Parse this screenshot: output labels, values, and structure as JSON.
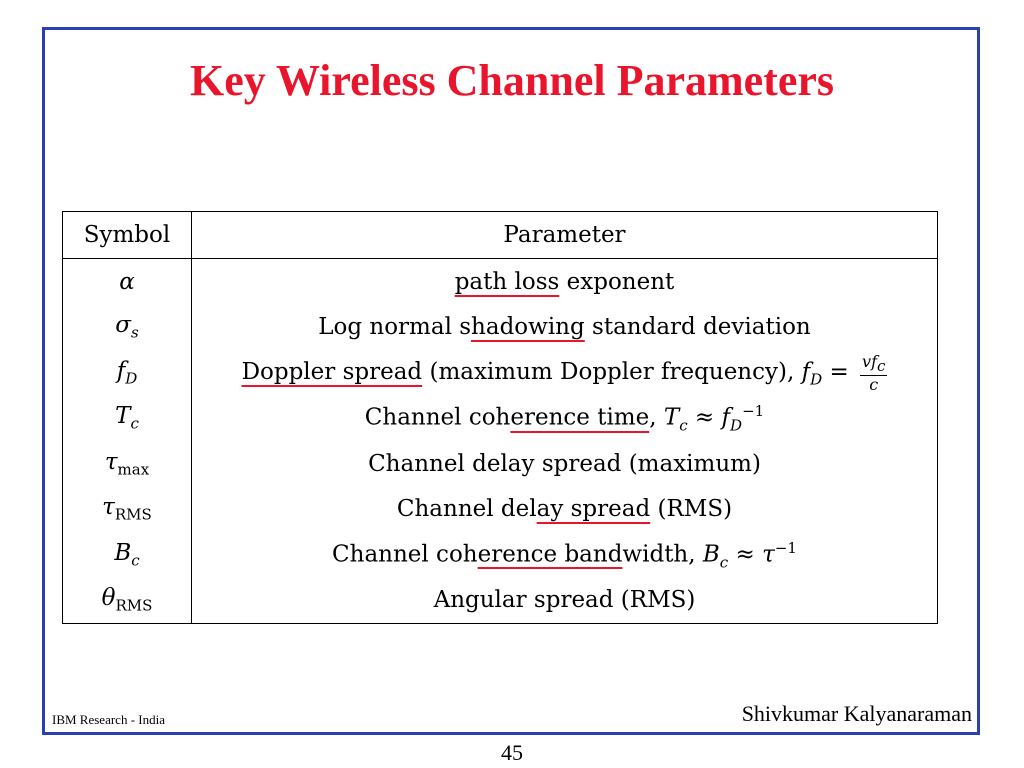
{
  "slide": {
    "title": "Key Wireless Channel Parameters",
    "footer_left": "IBM Research - India",
    "footer_right": "Shivkumar Kalyanaraman",
    "page_number": "45"
  },
  "table": {
    "headers": [
      "Symbol",
      "Parameter"
    ],
    "rows": [
      {
        "symbol": "α",
        "pre": "",
        "underlined": "path loss",
        "post": " exponent",
        "formula": ""
      },
      {
        "symbol": "σ",
        "symbol_sub": "s",
        "pre": "Log normal s",
        "underlined": "hadowing",
        "post": " standard deviation",
        "formula": ""
      },
      {
        "symbol": "f",
        "symbol_sub": "D",
        "pre": "",
        "underlined": "Doppler spread",
        "post": " (maximum Doppler frequency), ",
        "formula_var": "f",
        "formula_sub": "D",
        "formula_eq": " = ",
        "frac_num": "vf",
        "frac_num_sub": "c",
        "frac_den": "c"
      },
      {
        "symbol": "T",
        "symbol_sub": "c",
        "pre": "Channel coh",
        "underlined": "erence time",
        "post": ", ",
        "formula_var": "T",
        "formula_sub": "c",
        "formula_rel": " ≈ ",
        "formula_var2": "f",
        "formula_sub2": "D",
        "formula_sup2": "−1"
      },
      {
        "symbol": "τ",
        "symbol_sub": "max",
        "pre": "Channel delay spread (maximum)",
        "underlined": "",
        "post": ""
      },
      {
        "symbol": "τ",
        "symbol_sub": "RMS",
        "pre": "Channel del",
        "underlined": "ay spread",
        "post": " (RMS)"
      },
      {
        "symbol": "B",
        "symbol_sub": "c",
        "pre": "Channel coh",
        "underlined": "erence band",
        "post": "width, ",
        "formula_var": "B",
        "formula_sub": "c",
        "formula_rel": " ≈ ",
        "formula_var2": "τ",
        "formula_sup2": "−1"
      },
      {
        "symbol": "θ",
        "symbol_sub": "RMS",
        "pre": "Angular spread (RMS)",
        "underlined": "",
        "post": ""
      }
    ]
  },
  "colors": {
    "title": "#e8152c",
    "frame": "#2a3fb5",
    "underline": "#e8152c"
  }
}
